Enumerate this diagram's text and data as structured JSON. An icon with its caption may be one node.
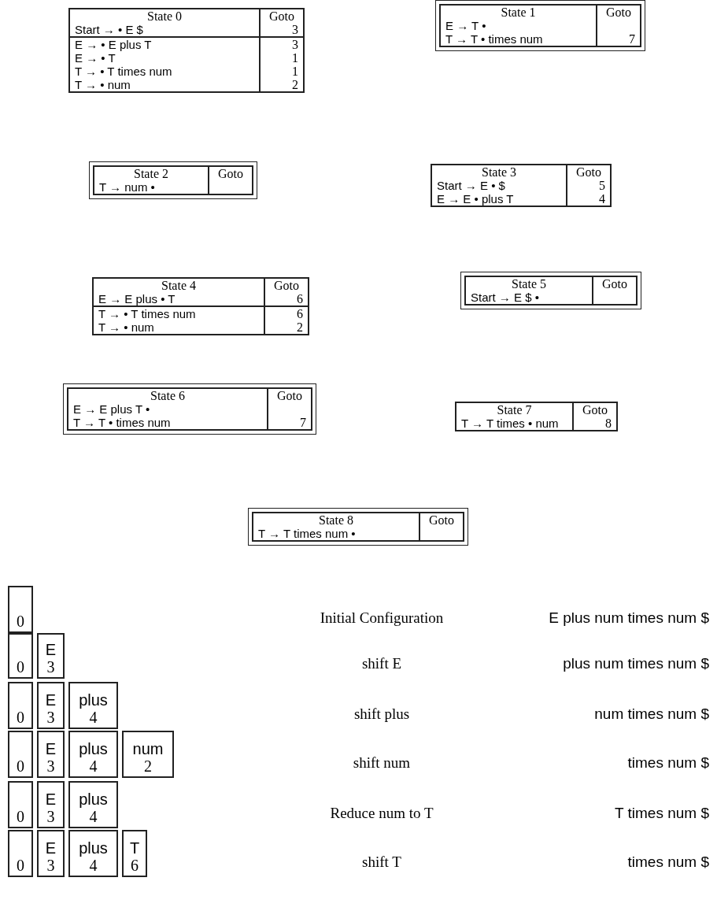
{
  "diagram": {
    "nodes": [
      {
        "text": [
          "State 0",
          "Goto",
          "Start → • E $",
          "3",
          "E → • E plus T",
          "3",
          "E → • T",
          "1",
          "T → • T times num",
          "1",
          "T → • num",
          "2"
        ]
      },
      {
        "text": [
          "State 1",
          "Goto",
          "E → T •",
          "T → T • times num",
          "7"
        ]
      },
      {
        "text": [
          "State 2",
          "Goto",
          "T → num •"
        ]
      },
      {
        "text": [
          "State 3",
          "Goto",
          "Start → E • $",
          "5",
          "E → E • plus T",
          "4"
        ]
      },
      {
        "text": [
          "State 4",
          "Goto",
          "E → E plus • T",
          "6",
          "T → • T times num",
          "6",
          "T → • num",
          "2"
        ]
      },
      {
        "text": [
          "State 5",
          "Goto",
          "Start → E $ •"
        ]
      },
      {
        "text": [
          "State 6",
          "Goto",
          "E → E plus T •",
          "T → T • times num",
          "7"
        ]
      },
      {
        "text": [
          "State 7",
          "Goto",
          "T → T times • num",
          "8"
        ]
      },
      {
        "text": [
          "State 8",
          "Goto",
          "T → T times num •"
        ]
      },
      {
        "text": [
          "0"
        ]
      },
      {
        "text": [
          "0"
        ]
      },
      {
        "text": [
          "E",
          "3"
        ]
      },
      {
        "text": [
          "0"
        ]
      },
      {
        "text": [
          "E",
          "3"
        ]
      },
      {
        "text": [
          "plus",
          "4"
        ]
      },
      {
        "text": [
          "0"
        ]
      },
      {
        "text": [
          "E",
          "3"
        ]
      },
      {
        "text": [
          "plus",
          "4"
        ]
      },
      {
        "text": [
          "num",
          "2"
        ]
      },
      {
        "text": [
          "0"
        ]
      },
      {
        "text": [
          "E",
          "3"
        ]
      },
      {
        "text": [
          "plus",
          "4"
        ]
      },
      {
        "text": [
          "0"
        ]
      },
      {
        "text": [
          "E",
          "3"
        ]
      },
      {
        "text": [
          "plus",
          "4"
        ]
      },
      {
        "text": [
          "T",
          "6"
        ]
      }
    ],
    "labels": [
      "Initial Configuration",
      "E plus num times num $",
      "shift E",
      "plus num times num $",
      "shift plus",
      "num times num $",
      "shift num",
      "times num $",
      "Reduce num to T",
      "T times num $",
      "shift T",
      "times num $"
    ]
  }
}
